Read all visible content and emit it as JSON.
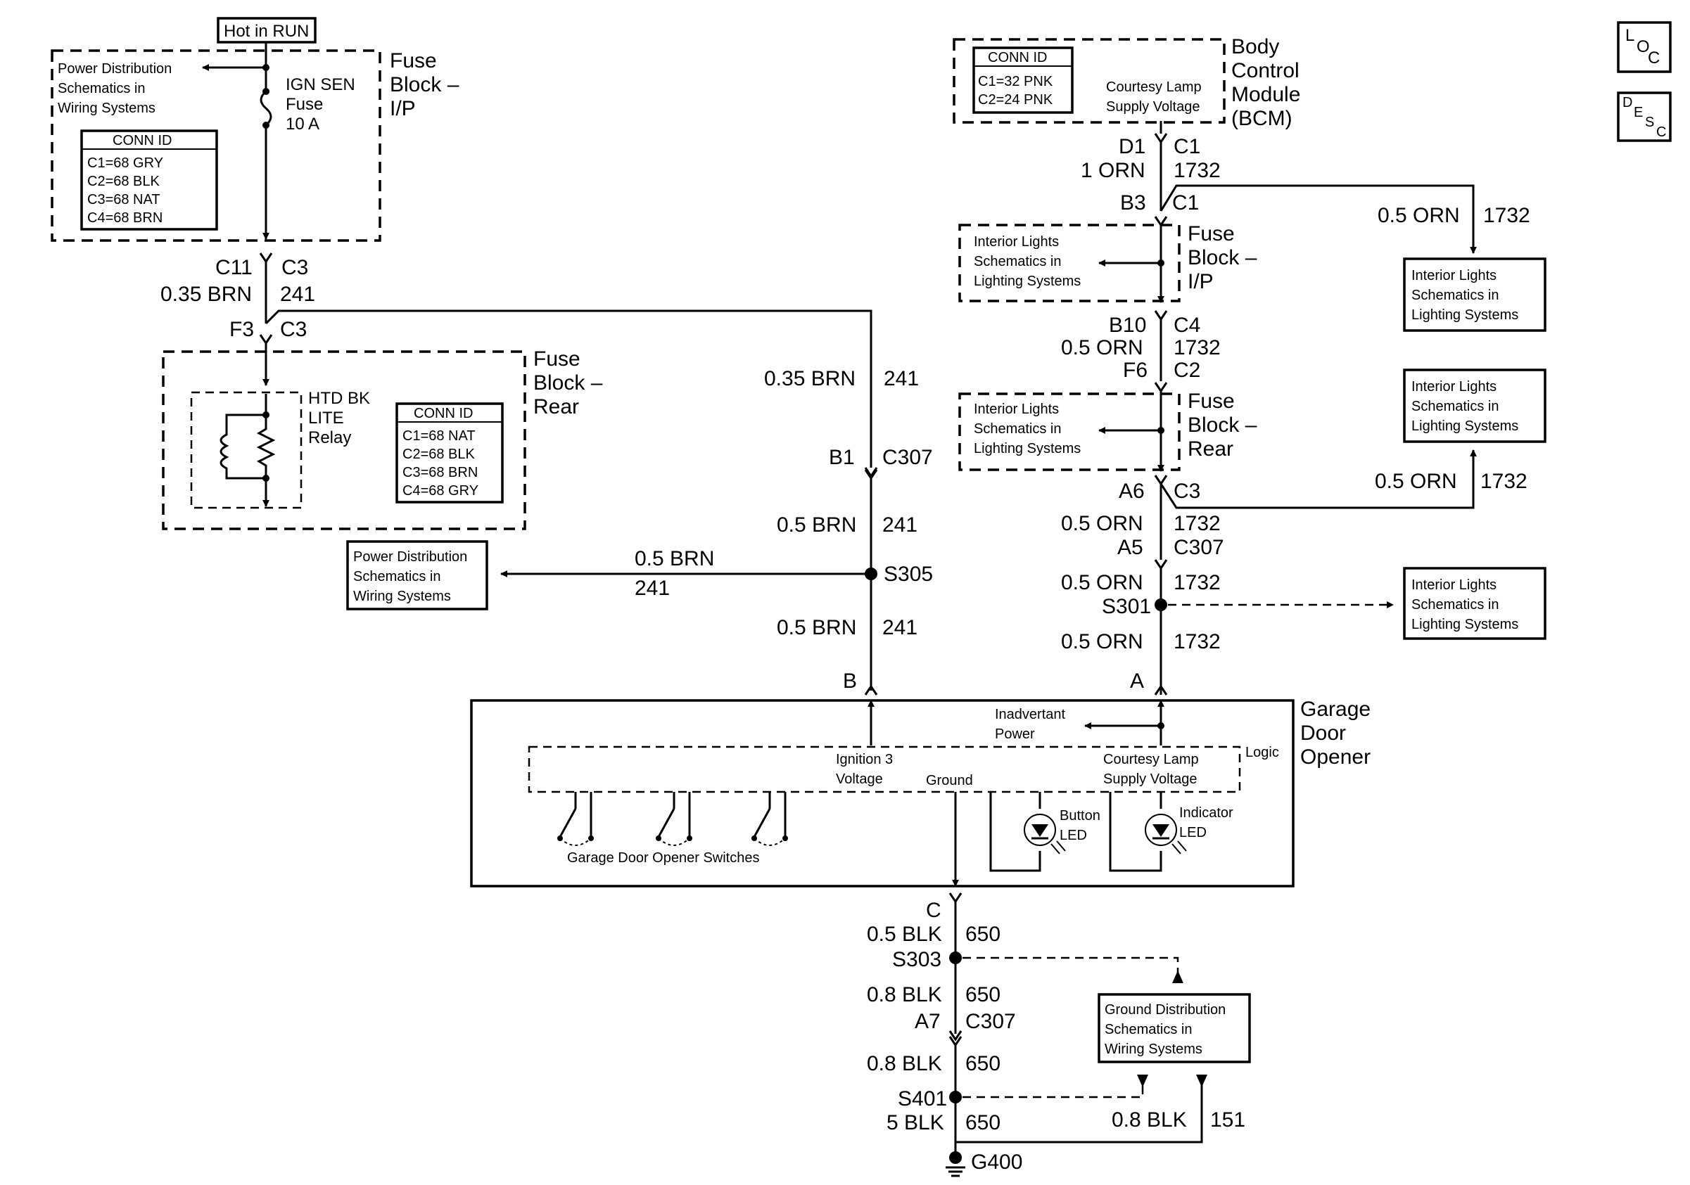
{
  "corner": {
    "loc": [
      "L",
      "O",
      "C"
    ],
    "desc": [
      "D",
      "E",
      "S",
      "C"
    ]
  },
  "fuse_ip_left": {
    "hot_in_run": "Hot in RUN",
    "power_dist": [
      "Power Distribution",
      "Schematics in",
      "Wiring Systems"
    ],
    "fuse_label": [
      "IGN SEN",
      "Fuse",
      "10 A"
    ],
    "title": [
      "Fuse",
      "Block –",
      "I/P"
    ],
    "conn_id": {
      "title": "CONN ID",
      "lines": [
        "C1=68 GRY",
        "C2=68 BLK",
        "C3=68 NAT",
        "C4=68 BRN"
      ]
    }
  },
  "fuse_rear_left": {
    "title": [
      "Fuse",
      "Block –",
      "Rear"
    ],
    "relay": [
      "HTD BK",
      "LITE",
      "Relay"
    ],
    "conn_id": {
      "title": "CONN ID",
      "lines": [
        "C1=68 NAT",
        "C2=68 BLK",
        "C3=68 BRN",
        "C4=68 GRY"
      ]
    }
  },
  "wire_left": {
    "c11": "C11",
    "c3a": "C3",
    "w035brn": "0.35 BRN",
    "w241a": "241",
    "f3": "F3",
    "c3b": "C3",
    "w035brn_b": "0.35 BRN",
    "w241b": "241",
    "b1": "B1",
    "c307": "C307",
    "w05brn_a": "0.5 BRN",
    "w241c": "241",
    "s305": "S305",
    "w05brn_b": "0.5 BRN",
    "w241d": "241",
    "w05brn_c": "0.5 BRN",
    "w241e": "241",
    "b": "B"
  },
  "power_dist_box": [
    "Power Distribution",
    "Schematics in",
    "Wiring Systems"
  ],
  "bcm": {
    "title": [
      "Body",
      "Control",
      "Module",
      "(BCM)"
    ],
    "supply": [
      "Courtesy Lamp",
      "Supply Voltage"
    ],
    "conn_id": {
      "title": "CONN ID",
      "lines": [
        "C1=32 PNK",
        "C2=24 PNK"
      ]
    }
  },
  "wire_right": {
    "d1": "D1",
    "c1a": "C1",
    "w1orn": "1 ORN",
    "w1732a": "1732",
    "b3": "B3",
    "c1b": "C1",
    "branch1_wire": "0.5 ORN",
    "branch1_num": "1732",
    "b10": "B10",
    "c4": "C4",
    "w05orn_a": "0.5 ORN",
    "w1732b": "1732",
    "f6": "F6",
    "c2": "C2",
    "a6": "A6",
    "c3": "C3",
    "branch2_wire": "0.5 ORN",
    "branch2_num": "1732",
    "w05orn_b": "0.5 ORN",
    "w1732c": "1732",
    "a5": "A5",
    "c307": "C307",
    "w05orn_c": "0.5 ORN",
    "w1732d": "1732",
    "s301": "S301",
    "w05orn_d": "0.5 ORN",
    "w1732e": "1732",
    "a": "A"
  },
  "fuse_ip_right": {
    "interior": [
      "Interior Lights",
      "Schematics in",
      "Lighting Systems"
    ],
    "title": [
      "Fuse",
      "Block –",
      "I/P"
    ]
  },
  "fuse_rear_right": {
    "interior": [
      "Interior Lights",
      "Schematics in",
      "Lighting Systems"
    ],
    "title": [
      "Fuse",
      "Block –",
      "Rear"
    ]
  },
  "interior_boxes": [
    [
      "Interior Lights",
      "Schematics in",
      "Lighting Systems"
    ],
    [
      "Interior Lights",
      "Schematics in",
      "Lighting Systems"
    ],
    [
      "Interior Lights",
      "Schematics in",
      "Lighting Systems"
    ]
  ],
  "gdo": {
    "title": [
      "Garage",
      "Door",
      "Opener"
    ],
    "logic": "Logic",
    "inadvertant": [
      "Inadvertant",
      "Power"
    ],
    "ignition": [
      "Ignition 3",
      "Voltage"
    ],
    "ground": "Ground",
    "courtesy": [
      "Courtesy Lamp",
      "Supply Voltage"
    ],
    "button_led": [
      "Button",
      "LED"
    ],
    "indicator_led": [
      "Indicator",
      "LED"
    ],
    "switches": "Garage Door Opener Switches"
  },
  "ground_section": {
    "c": "C",
    "w05blk": "0.5 BLK",
    "w650a": "650",
    "s303": "S303",
    "w08blk_a": "0.8 BLK",
    "w650b": "650",
    "a7": "A7",
    "c307": "C307",
    "w08blk_b": "0.8 BLK",
    "w650c": "650",
    "s401": "S401",
    "w5blk": "5 BLK",
    "w650d": "650",
    "w08blk_c": "0.8 BLK",
    "w151": "151",
    "g400": "G400",
    "ground_dist": [
      "Ground Distribution",
      "Schematics in",
      "Wiring Systems"
    ]
  }
}
